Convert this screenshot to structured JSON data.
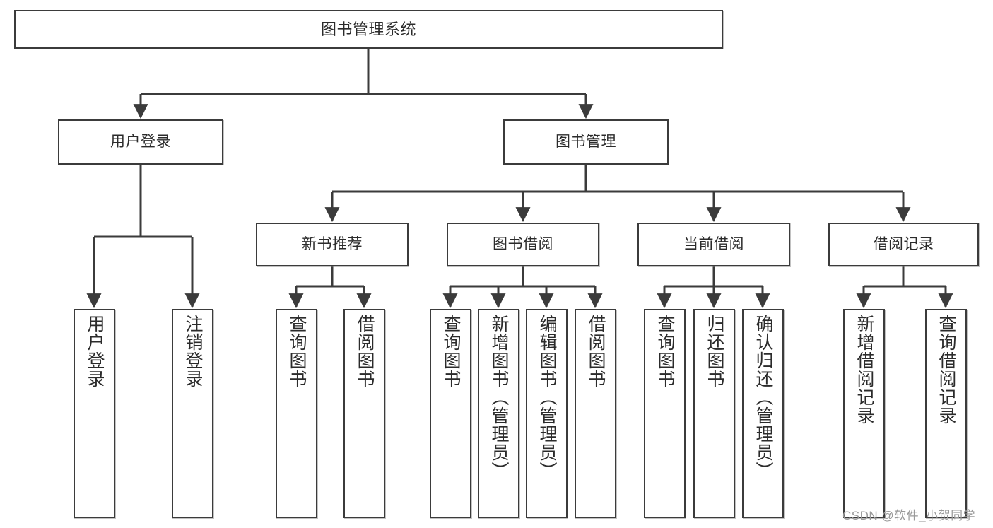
{
  "diagram": {
    "type": "tree-hierarchy",
    "title": "图书管理系统",
    "orientation": "top-down",
    "levels": 4,
    "line_color": "#3b3b3b",
    "box_fill": "#ffffff",
    "text_color": "#2b2b2b"
  },
  "nodes": {
    "root": {
      "label": "图书管理系统"
    },
    "level2": [
      {
        "id": "user-login",
        "label": "用户登录"
      },
      {
        "id": "book-management",
        "label": "图书管理"
      }
    ],
    "level3": [
      {
        "id": "new-book-recommend",
        "label": "新书推荐"
      },
      {
        "id": "book-borrow",
        "label": "图书借阅"
      },
      {
        "id": "current-borrow",
        "label": "当前借阅"
      },
      {
        "id": "borrow-record",
        "label": "借阅记录"
      }
    ],
    "leaves": {
      "user_login": [
        {
          "id": "leaf-user-login",
          "label": "用户登录"
        },
        {
          "id": "leaf-logout-login",
          "label": "注销登录"
        }
      ],
      "new_book_recommend": [
        {
          "id": "leaf-query-book-1",
          "label": "查询图书"
        },
        {
          "id": "leaf-borrow-book-1",
          "label": "借阅图书"
        }
      ],
      "book_borrow": [
        {
          "id": "leaf-query-book-2",
          "label": "查询图书"
        },
        {
          "id": "leaf-add-book",
          "label": "新增图书（管理员）"
        },
        {
          "id": "leaf-edit-book",
          "label": "编辑图书（管理员）"
        },
        {
          "id": "leaf-borrow-book-2",
          "label": "借阅图书"
        }
      ],
      "current_borrow": [
        {
          "id": "leaf-query-book-3",
          "label": "查询图书"
        },
        {
          "id": "leaf-return-book",
          "label": "归还图书"
        },
        {
          "id": "leaf-confirm-return",
          "label": "确认归还（管理员）"
        }
      ],
      "borrow_record": [
        {
          "id": "leaf-add-record",
          "label": "新增借阅记录"
        },
        {
          "id": "leaf-query-record",
          "label": "查询借阅记录"
        }
      ]
    }
  },
  "watermark": {
    "text": "CSDN @软件_小贺同学"
  }
}
